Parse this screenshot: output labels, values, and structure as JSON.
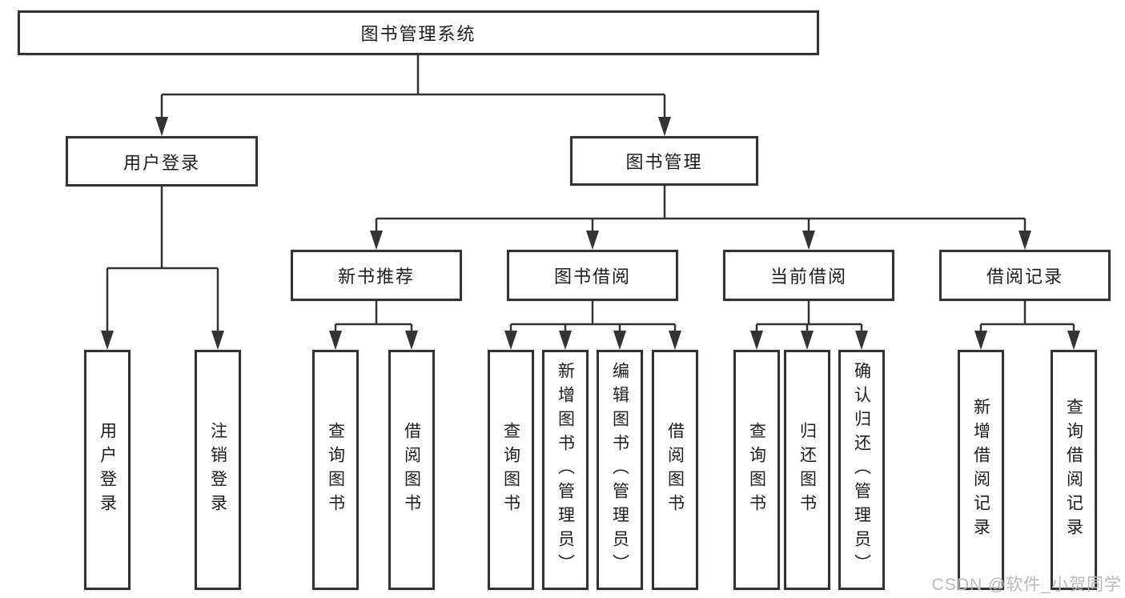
{
  "diagram": {
    "root_label": "图书管理系统",
    "branches": [
      {
        "label": "用户登录",
        "children": [
          {
            "label": "用户登录"
          },
          {
            "label": "注销登录"
          }
        ]
      },
      {
        "label": "图书管理",
        "children": [
          {
            "label": "新书推荐",
            "children": [
              {
                "label": "查询图书"
              },
              {
                "label": "借阅图书"
              }
            ]
          },
          {
            "label": "图书借阅",
            "children": [
              {
                "label": "查询图书"
              },
              {
                "label": "新增图书（管理员）"
              },
              {
                "label": "编辑图书（管理员）"
              },
              {
                "label": "借阅图书"
              }
            ]
          },
          {
            "label": "当前借阅",
            "children": [
              {
                "label": "查询图书"
              },
              {
                "label": "归还图书"
              },
              {
                "label": "确认归还（管理员）"
              }
            ]
          },
          {
            "label": "借阅记录",
            "children": [
              {
                "label": "新增借阅记录"
              },
              {
                "label": "查询借阅记录"
              }
            ]
          }
        ]
      }
    ]
  },
  "watermark": {
    "text": "CSDN @软件_小贺同学"
  },
  "colors": {
    "background": "#ffffff",
    "line": "#333333",
    "box_border": "#333333",
    "box_fill": "#ffffff",
    "text": "#1d1d1d",
    "watermark": "#b9b9b9"
  }
}
